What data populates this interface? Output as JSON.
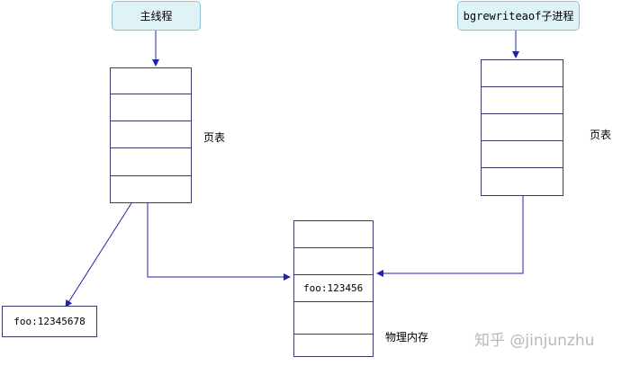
{
  "main_thread": {
    "label": "主线程"
  },
  "child_process": {
    "label": "bgrewriteaof子进程"
  },
  "page_table_left": {
    "label": "页表",
    "rows": [
      "",
      "",
      "",
      "",
      ""
    ]
  },
  "page_table_right": {
    "label": "页表",
    "rows": [
      "",
      "",
      "",
      "",
      ""
    ]
  },
  "physical_memory": {
    "label": "物理内存",
    "rows": [
      "",
      "",
      "foo:123456",
      "",
      ""
    ]
  },
  "new_value_box": {
    "value": "foo:12345678"
  },
  "watermark": {
    "text": "知乎 @jinjunzhu"
  },
  "colors": {
    "arrow": "#1f1fb4",
    "box_fill": "#dff3f7",
    "box_border": "#8cc4d6",
    "table_border": "#3a3a6a"
  }
}
